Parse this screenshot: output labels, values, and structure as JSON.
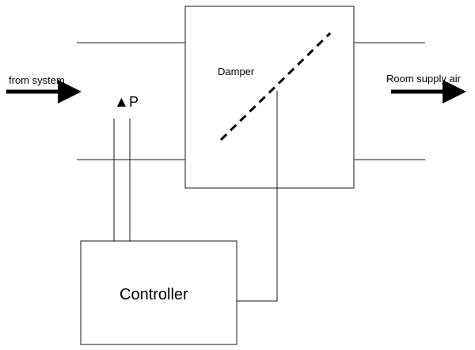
{
  "diagram": {
    "inlet_label": "from system",
    "outlet_label": "Room supply air",
    "damper_label": "Damper",
    "pressure_symbol": "▲",
    "pressure_letter": "P",
    "controller_label": "Controller"
  },
  "colors": {
    "line": "#1a1a1a",
    "arrow": "#000000",
    "background": "#ffffff"
  }
}
